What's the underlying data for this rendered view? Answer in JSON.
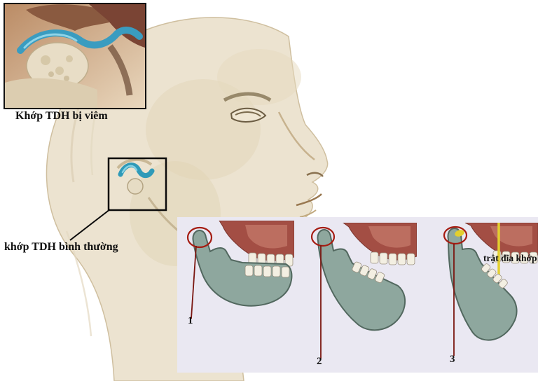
{
  "figure": {
    "inset_label": "Khớp TDH bị viêm",
    "normal_joint_label": "khớp TDH bình thường",
    "dislocation_label": "trật đĩa khớp",
    "stage_numbers": [
      "1",
      "2",
      "3"
    ]
  },
  "colors": {
    "bone": "#ece3d0",
    "mandible": "#8ea79e",
    "maxilla": "#a34e44",
    "disc_blue": "#2f9ab8",
    "inflamed_disc_blue": "#3a9cc0",
    "highlight_circle_red": "#a51c12",
    "marker_yellow": "#e3cf2e",
    "panel_background": "#eae8f2",
    "label_text": "#111111"
  }
}
